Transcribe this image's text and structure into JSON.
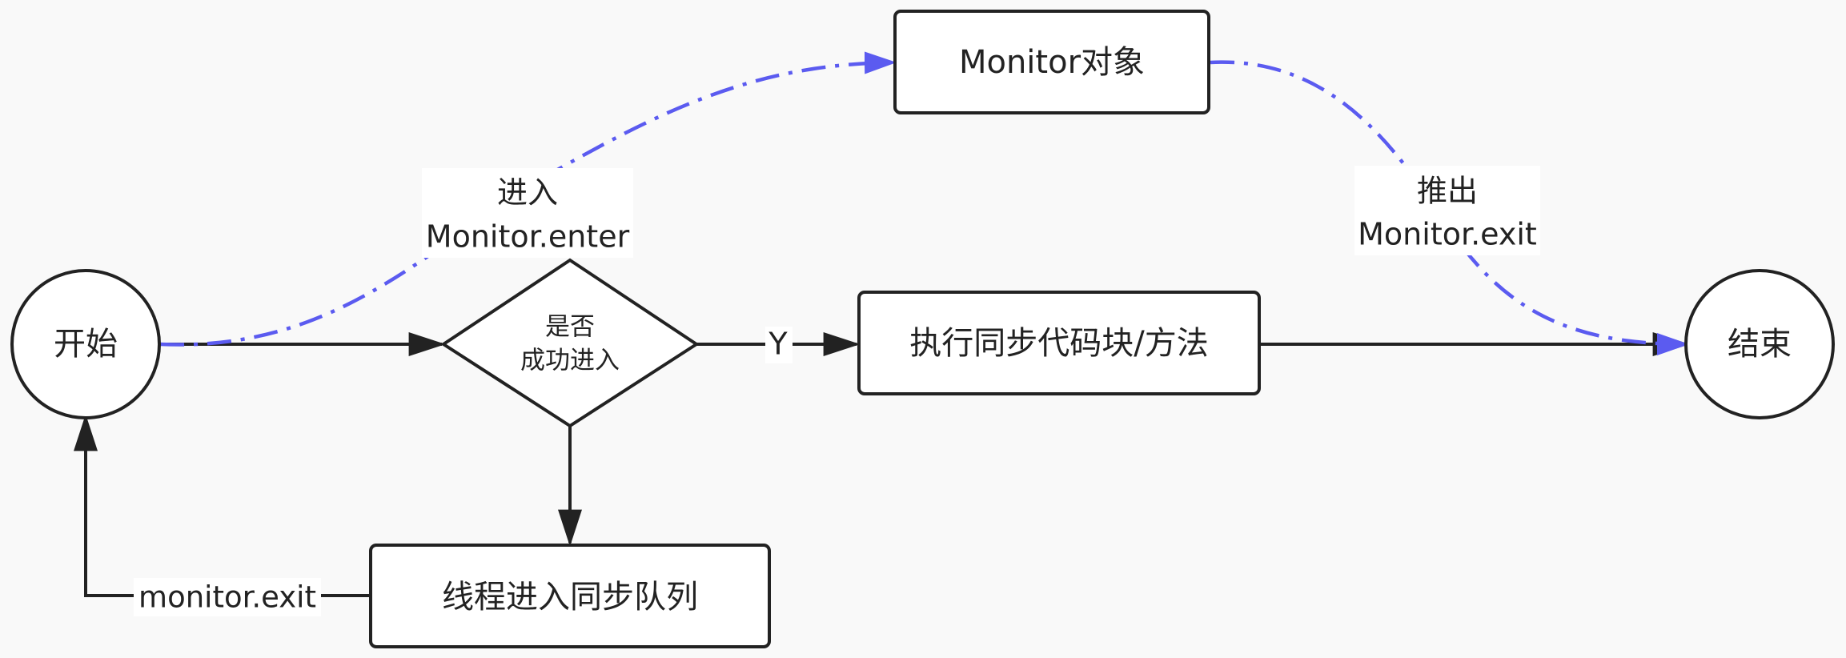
{
  "nodes": {
    "start": "开始",
    "end": "结束",
    "decision_line1": "是否",
    "decision_line2": "成功进入",
    "execute": "执行同步代码块/方法",
    "monitor": "Monitor对象",
    "queue": "线程进入同步队列"
  },
  "edges": {
    "enter_line1": "进入",
    "enter_line2": "Monitor.enter",
    "exit_line1": "推出",
    "exit_line2": "Monitor.exit",
    "yes_label": "Y",
    "monitor_exit_label": "monitor.exit"
  },
  "colors": {
    "stroke": "#222222",
    "dashed_flow": "#5b5bf0",
    "node_fill": "#ffffff",
    "background": "#f9f9f9"
  }
}
